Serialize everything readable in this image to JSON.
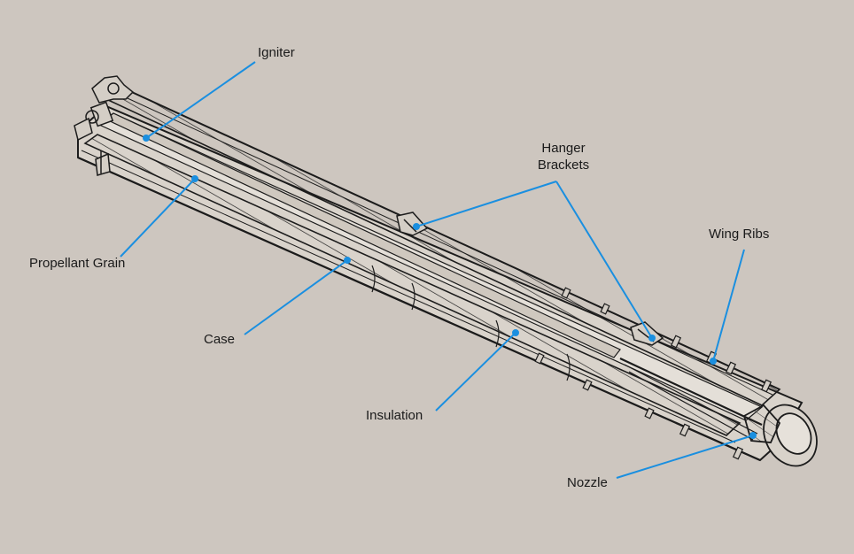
{
  "labels": {
    "igniter": "Igniter",
    "hanger_brackets_line1": "Hanger",
    "hanger_brackets_line2": "Brackets",
    "wing_ribs": "Wing Ribs",
    "propellant_grain": "Propellant Grain",
    "case": "Case",
    "insulation": "Insulation",
    "nozzle": "Nozzle"
  },
  "colors": {
    "background": "#cdc6bf",
    "leader_line": "#1a8fe0",
    "drawing_ink": "#1c1c1c",
    "casing_fill": "#d8d3cc"
  }
}
